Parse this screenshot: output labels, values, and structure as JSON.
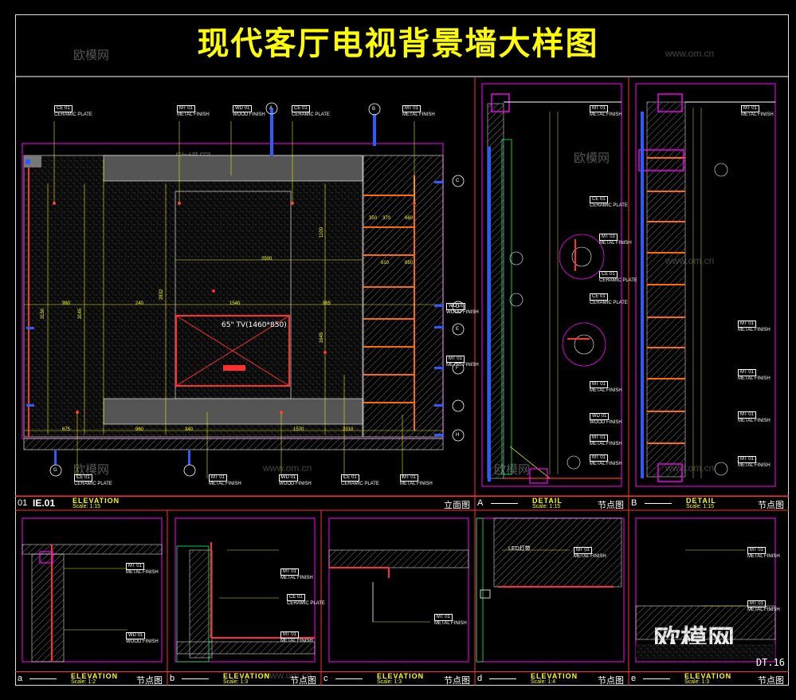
{
  "title": "现代客厅电视背景墙大样图",
  "watermarks": {
    "brand": "欧模网",
    "url": "www.om.cn",
    "big": "欧模网"
  },
  "sheet_number": "DT.16",
  "tv_label": "65\" TV(1460*850)",
  "panels": {
    "main": {
      "id": "01",
      "code": "IE.01",
      "type": "ELEVATION",
      "scale": "Scale: 1:15",
      "cn": "立面图"
    },
    "A": {
      "id": "A",
      "type": "DETAIL",
      "scale": "Scale: 1:15",
      "cn": "节点图"
    },
    "B": {
      "id": "B",
      "type": "DETAIL",
      "scale": "Scale: 1:15",
      "cn": "节点图"
    },
    "a": {
      "id": "a",
      "type": "ELEVATION",
      "scale": "Scale: 1:2",
      "cn": "节点图"
    },
    "b": {
      "id": "b",
      "type": "ELEVATION",
      "scale": "Scale: 1:3",
      "cn": "节点图"
    },
    "c": {
      "id": "c",
      "type": "ELEVATION",
      "scale": "Scale: 1:3",
      "cn": "节点图"
    },
    "d": {
      "id": "d",
      "type": "ELEVATION",
      "scale": "Scale: 1:4",
      "cn": "节点图"
    },
    "e": {
      "id": "e",
      "type": "ELEVATION",
      "scale": "Scale: 1:3",
      "cn": "节点图"
    }
  },
  "material_tags": {
    "ce": {
      "code": "CE 01",
      "name": "CERAMIC PLATE"
    },
    "mt": {
      "code": "MT 01",
      "name": "METAL FINISH"
    },
    "wd": {
      "code": "WD 01",
      "name": "WOOD FINISH"
    }
  },
  "section_markers": [
    "A",
    "B",
    "C",
    "D",
    "E",
    "F",
    "G",
    "H"
  ],
  "led_label": "LED灯带",
  "dims": {
    "top": [
      "980",
      "240",
      "1540",
      "965"
    ],
    "bottom": [
      "675",
      "960",
      "340",
      "1570",
      "2310"
    ],
    "vertical": [
      "3150",
      "3145",
      "2832",
      "1100",
      "1645"
    ],
    "tv_width": "2500",
    "shelf": [
      "350",
      "370",
      "660",
      "610",
      "850"
    ]
  }
}
